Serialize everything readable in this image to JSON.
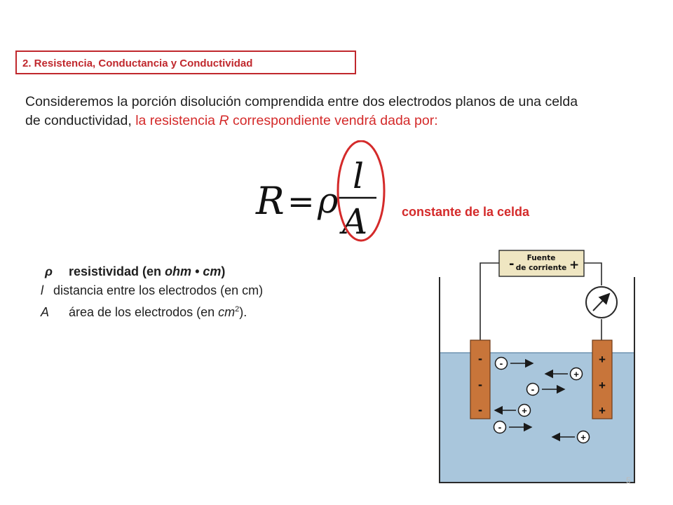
{
  "title": "2. Resistencia, Conductancia y Conductividad",
  "intro": {
    "line1": "Consideremos la porción disolución comprendida entre dos electrodos planos de una celda",
    "line2_black": "de conductividad,",
    "line2_red_a": "la resistencia",
    "line2_red_sym": "R",
    "line2_red_b": "correspondiente vendrá dada por:"
  },
  "formula": {
    "lhs": "R",
    "equals": "=",
    "rho": "ρ",
    "numerator": "l",
    "denominator": "A"
  },
  "constant_label": "constante de la celda",
  "definitions": {
    "rho": {
      "symbol": "ρ",
      "text_a": "resistividad (en",
      "unit": "ohm • cm",
      "text_b": ")"
    },
    "l": {
      "symbol": "l",
      "text": "distancia entre los electrodos (en cm)"
    },
    "A": {
      "symbol": "A",
      "text_a": "área de los electrodos (en",
      "unit": "cm",
      "sup": "2",
      "text_b": ")."
    }
  },
  "diagram": {
    "source_label_1": "Fuente",
    "source_label_2": "de corriente",
    "source_minus": "-",
    "source_plus": "+",
    "neg_sign": "-",
    "pos_sign": "+",
    "anion": "-",
    "cation": "+"
  },
  "colors": {
    "accent_red": "#d42a2a",
    "electrode": "#c8753a",
    "solution": "#a9c6dc",
    "source_box": "#efe6c2"
  },
  "page_number": "5"
}
